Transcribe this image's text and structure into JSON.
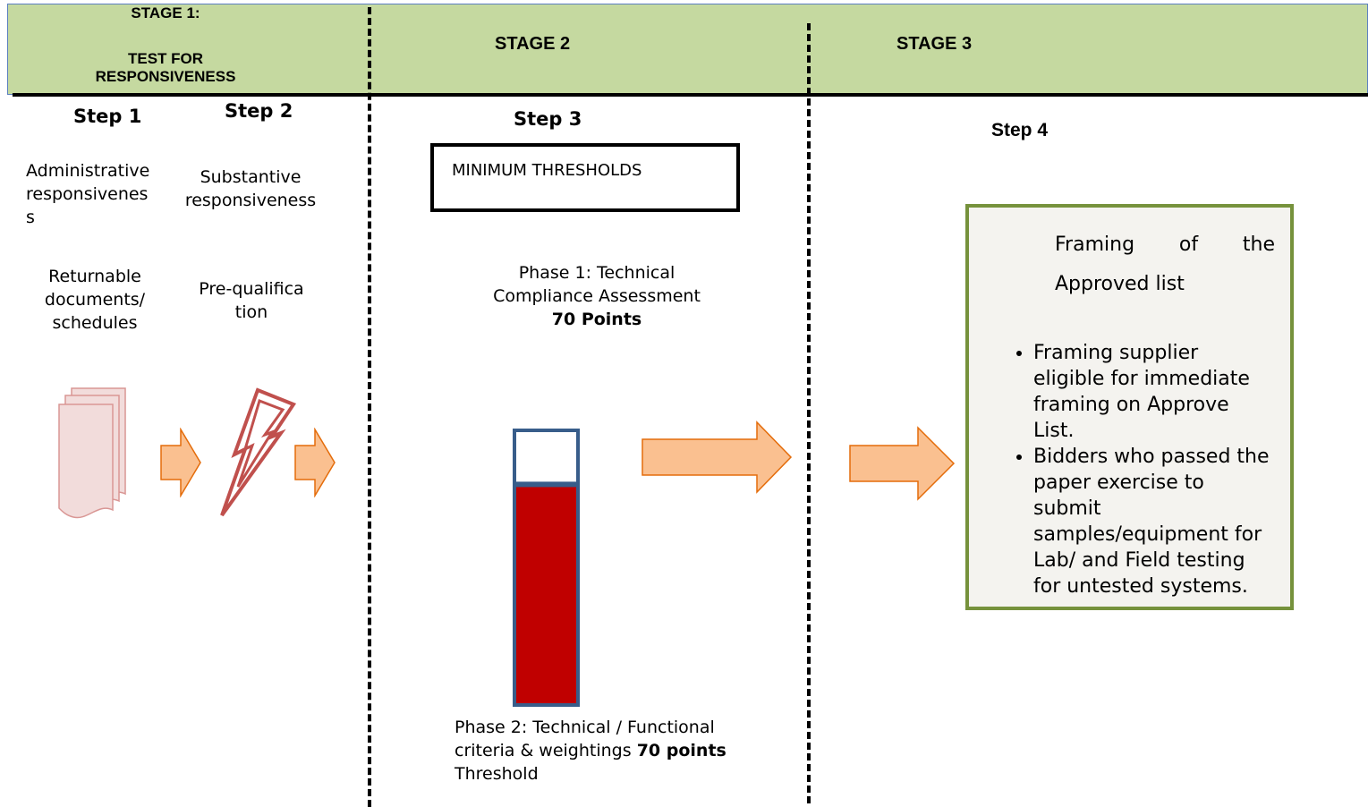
{
  "stages": {
    "stage1_line1": "STAGE 1:",
    "stage1_line2": "TEST FOR RESPONSIVENESS",
    "stage2": "STAGE 2",
    "stage3": "STAGE 3"
  },
  "steps": {
    "step1": {
      "label": "Step 1",
      "title": "Administrative responsiveness",
      "detail": "Returnable documents/ schedules"
    },
    "step2": {
      "label": "Step 2",
      "title": "Substantive responsiveness",
      "detail": "Pre-qualification"
    },
    "step3": {
      "label": "Step 3",
      "thresholds": "MINIMUM THRESHOLDS",
      "phase1_text": "Phase 1: Technical Compliance Assessment",
      "phase1_points": "70 Points",
      "phase2_text": "Phase 2: Technical / Functional criteria & weightings",
      "phase2_points": "70 points",
      "phase2_suffix": "Threshold",
      "threshold_level": 0.8
    },
    "step4": {
      "label": "Step 4",
      "box_title_line1": "Framing of the",
      "box_title_line2": "Approved list",
      "bullets": [
        "Framing supplier eligible for immediate framing on Approve List.",
        "Bidders who passed the paper exercise to submit samples/equipment for Lab/ and Field testing for untested systems."
      ]
    }
  },
  "colors": {
    "banner": "#c5d9a0",
    "arrow_fill": "#fac090",
    "arrow_stroke": "#e46c0a",
    "threshold_fill": "#c00000",
    "gauge_border": "#385d8a",
    "final_box_border": "#76923c",
    "doc_fill": "#f2dcdb",
    "doc_stroke": "#d99694",
    "bolt_stroke": "#c0504d"
  },
  "icons": [
    "documents-icon",
    "lightning-bolt-icon",
    "arrow-right-icon"
  ]
}
